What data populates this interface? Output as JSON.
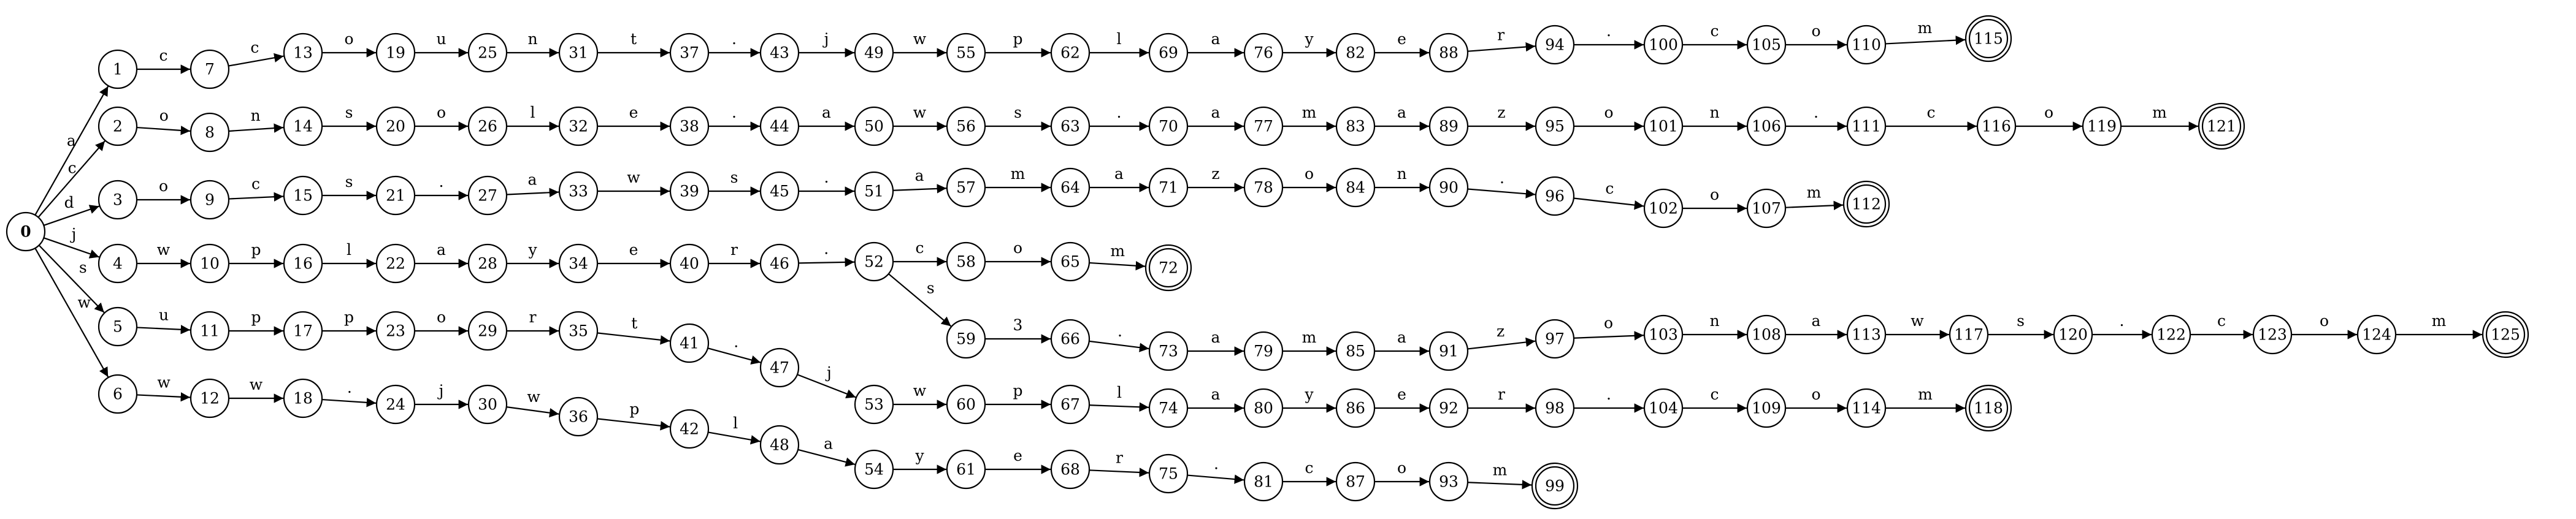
{
  "diagram": {
    "type": "trie automaton",
    "start_state": "0",
    "accept_states": [
      "115",
      "121",
      "112",
      "72",
      "125",
      "118",
      "99"
    ],
    "states": [
      "0",
      "1",
      "2",
      "3",
      "4",
      "5",
      "6",
      "7",
      "8",
      "9",
      "10",
      "11",
      "12",
      "13",
      "14",
      "15",
      "16",
      "17",
      "18",
      "19",
      "20",
      "21",
      "22",
      "23",
      "24",
      "25",
      "26",
      "27",
      "28",
      "29",
      "30",
      "31",
      "32",
      "33",
      "34",
      "35",
      "36",
      "37",
      "38",
      "39",
      "40",
      "41",
      "42",
      "43",
      "44",
      "45",
      "46",
      "47",
      "48",
      "49",
      "50",
      "51",
      "52",
      "53",
      "54",
      "55",
      "56",
      "57",
      "58",
      "59",
      "60",
      "61",
      "62",
      "63",
      "64",
      "65",
      "66",
      "67",
      "68",
      "69",
      "70",
      "71",
      "72",
      "73",
      "74",
      "75",
      "76",
      "77",
      "78",
      "79",
      "80",
      "81",
      "82",
      "83",
      "84",
      "85",
      "86",
      "87",
      "88",
      "89",
      "90",
      "91",
      "92",
      "93",
      "94",
      "95",
      "96",
      "97",
      "98",
      "99",
      "100",
      "101",
      "102",
      "103",
      "104",
      "105",
      "106",
      "107",
      "108",
      "109",
      "110",
      "111",
      "112",
      "113",
      "114",
      "115",
      "116",
      "117",
      "118",
      "119",
      "120",
      "121",
      "122",
      "123",
      "124",
      "125"
    ],
    "transitions": [
      {
        "from": "0",
        "to": "1",
        "label": "a"
      },
      {
        "from": "0",
        "to": "2",
        "label": "c"
      },
      {
        "from": "0",
        "to": "3",
        "label": "d"
      },
      {
        "from": "0",
        "to": "4",
        "label": "j"
      },
      {
        "from": "0",
        "to": "5",
        "label": "s"
      },
      {
        "from": "0",
        "to": "6",
        "label": "w"
      },
      {
        "from": "1",
        "to": "7",
        "label": "c"
      },
      {
        "from": "7",
        "to": "13",
        "label": "c"
      },
      {
        "from": "13",
        "to": "19",
        "label": "o"
      },
      {
        "from": "19",
        "to": "25",
        "label": "u"
      },
      {
        "from": "25",
        "to": "31",
        "label": "n"
      },
      {
        "from": "31",
        "to": "37",
        "label": "t"
      },
      {
        "from": "37",
        "to": "43",
        "label": "."
      },
      {
        "from": "43",
        "to": "49",
        "label": "j"
      },
      {
        "from": "49",
        "to": "55",
        "label": "w"
      },
      {
        "from": "55",
        "to": "62",
        "label": "p"
      },
      {
        "from": "62",
        "to": "69",
        "label": "l"
      },
      {
        "from": "69",
        "to": "76",
        "label": "a"
      },
      {
        "from": "76",
        "to": "82",
        "label": "y"
      },
      {
        "from": "82",
        "to": "88",
        "label": "e"
      },
      {
        "from": "88",
        "to": "94",
        "label": "r"
      },
      {
        "from": "94",
        "to": "100",
        "label": "."
      },
      {
        "from": "100",
        "to": "105",
        "label": "c"
      },
      {
        "from": "105",
        "to": "110",
        "label": "o"
      },
      {
        "from": "110",
        "to": "115",
        "label": "m"
      },
      {
        "from": "2",
        "to": "8",
        "label": "o"
      },
      {
        "from": "8",
        "to": "14",
        "label": "n"
      },
      {
        "from": "14",
        "to": "20",
        "label": "s"
      },
      {
        "from": "20",
        "to": "26",
        "label": "o"
      },
      {
        "from": "26",
        "to": "32",
        "label": "l"
      },
      {
        "from": "32",
        "to": "38",
        "label": "e"
      },
      {
        "from": "38",
        "to": "44",
        "label": "."
      },
      {
        "from": "44",
        "to": "50",
        "label": "a"
      },
      {
        "from": "50",
        "to": "56",
        "label": "w"
      },
      {
        "from": "56",
        "to": "63",
        "label": "s"
      },
      {
        "from": "63",
        "to": "70",
        "label": "."
      },
      {
        "from": "70",
        "to": "77",
        "label": "a"
      },
      {
        "from": "77",
        "to": "83",
        "label": "m"
      },
      {
        "from": "83",
        "to": "89",
        "label": "a"
      },
      {
        "from": "89",
        "to": "95",
        "label": "z"
      },
      {
        "from": "95",
        "to": "101",
        "label": "o"
      },
      {
        "from": "101",
        "to": "106",
        "label": "n"
      },
      {
        "from": "106",
        "to": "111",
        "label": "."
      },
      {
        "from": "111",
        "to": "116",
        "label": "c"
      },
      {
        "from": "116",
        "to": "119",
        "label": "o"
      },
      {
        "from": "119",
        "to": "121",
        "label": "m"
      },
      {
        "from": "3",
        "to": "9",
        "label": "o"
      },
      {
        "from": "9",
        "to": "15",
        "label": "c"
      },
      {
        "from": "15",
        "to": "21",
        "label": "s"
      },
      {
        "from": "21",
        "to": "27",
        "label": "."
      },
      {
        "from": "27",
        "to": "33",
        "label": "a"
      },
      {
        "from": "33",
        "to": "39",
        "label": "w"
      },
      {
        "from": "39",
        "to": "45",
        "label": "s"
      },
      {
        "from": "45",
        "to": "51",
        "label": "."
      },
      {
        "from": "51",
        "to": "57",
        "label": "a"
      },
      {
        "from": "57",
        "to": "64",
        "label": "m"
      },
      {
        "from": "64",
        "to": "71",
        "label": "a"
      },
      {
        "from": "71",
        "to": "78",
        "label": "z"
      },
      {
        "from": "78",
        "to": "84",
        "label": "o"
      },
      {
        "from": "84",
        "to": "90",
        "label": "n"
      },
      {
        "from": "90",
        "to": "96",
        "label": "."
      },
      {
        "from": "96",
        "to": "102",
        "label": "c"
      },
      {
        "from": "102",
        "to": "107",
        "label": "o"
      },
      {
        "from": "107",
        "to": "112",
        "label": "m"
      },
      {
        "from": "4",
        "to": "10",
        "label": "w"
      },
      {
        "from": "10",
        "to": "16",
        "label": "p"
      },
      {
        "from": "16",
        "to": "22",
        "label": "l"
      },
      {
        "from": "22",
        "to": "28",
        "label": "a"
      },
      {
        "from": "28",
        "to": "34",
        "label": "y"
      },
      {
        "from": "34",
        "to": "40",
        "label": "e"
      },
      {
        "from": "40",
        "to": "46",
        "label": "r"
      },
      {
        "from": "46",
        "to": "52",
        "label": "."
      },
      {
        "from": "52",
        "to": "58",
        "label": "c"
      },
      {
        "from": "58",
        "to": "65",
        "label": "o"
      },
      {
        "from": "65",
        "to": "72",
        "label": "m"
      },
      {
        "from": "52",
        "to": "59",
        "label": "s"
      },
      {
        "from": "59",
        "to": "66",
        "label": "3"
      },
      {
        "from": "66",
        "to": "73",
        "label": "."
      },
      {
        "from": "73",
        "to": "79",
        "label": "a"
      },
      {
        "from": "79",
        "to": "85",
        "label": "m"
      },
      {
        "from": "85",
        "to": "91",
        "label": "a"
      },
      {
        "from": "91",
        "to": "97",
        "label": "z"
      },
      {
        "from": "97",
        "to": "103",
        "label": "o"
      },
      {
        "from": "103",
        "to": "108",
        "label": "n"
      },
      {
        "from": "108",
        "to": "113",
        "label": "a"
      },
      {
        "from": "113",
        "to": "117",
        "label": "w"
      },
      {
        "from": "117",
        "to": "120",
        "label": "s"
      },
      {
        "from": "120",
        "to": "122",
        "label": "."
      },
      {
        "from": "122",
        "to": "123",
        "label": "c"
      },
      {
        "from": "123",
        "to": "124",
        "label": "o"
      },
      {
        "from": "124",
        "to": "125",
        "label": "m"
      },
      {
        "from": "5",
        "to": "11",
        "label": "u"
      },
      {
        "from": "11",
        "to": "17",
        "label": "p"
      },
      {
        "from": "17",
        "to": "23",
        "label": "p"
      },
      {
        "from": "23",
        "to": "29",
        "label": "o"
      },
      {
        "from": "29",
        "to": "35",
        "label": "r"
      },
      {
        "from": "35",
        "to": "41",
        "label": "t"
      },
      {
        "from": "41",
        "to": "47",
        "label": "."
      },
      {
        "from": "47",
        "to": "53",
        "label": "j"
      },
      {
        "from": "53",
        "to": "60",
        "label": "w"
      },
      {
        "from": "60",
        "to": "67",
        "label": "p"
      },
      {
        "from": "67",
        "to": "74",
        "label": "l"
      },
      {
        "from": "74",
        "to": "80",
        "label": "a"
      },
      {
        "from": "80",
        "to": "86",
        "label": "y"
      },
      {
        "from": "86",
        "to": "92",
        "label": "e"
      },
      {
        "from": "92",
        "to": "98",
        "label": "r"
      },
      {
        "from": "98",
        "to": "104",
        "label": "."
      },
      {
        "from": "104",
        "to": "109",
        "label": "c"
      },
      {
        "from": "109",
        "to": "114",
        "label": "o"
      },
      {
        "from": "114",
        "to": "118",
        "label": "m"
      },
      {
        "from": "6",
        "to": "12",
        "label": "w"
      },
      {
        "from": "12",
        "to": "18",
        "label": "w"
      },
      {
        "from": "18",
        "to": "24",
        "label": "."
      },
      {
        "from": "24",
        "to": "30",
        "label": "j"
      },
      {
        "from": "30",
        "to": "36",
        "label": "w"
      },
      {
        "from": "36",
        "to": "42",
        "label": "p"
      },
      {
        "from": "42",
        "to": "48",
        "label": "l"
      },
      {
        "from": "48",
        "to": "54",
        "label": "a"
      },
      {
        "from": "54",
        "to": "61",
        "label": "y"
      },
      {
        "from": "61",
        "to": "68",
        "label": "e"
      },
      {
        "from": "68",
        "to": "75",
        "label": "r"
      },
      {
        "from": "75",
        "to": "81",
        "label": "."
      },
      {
        "from": "81",
        "to": "87",
        "label": "c"
      },
      {
        "from": "87",
        "to": "93",
        "label": "o"
      },
      {
        "from": "93",
        "to": "99",
        "label": "m"
      }
    ]
  }
}
